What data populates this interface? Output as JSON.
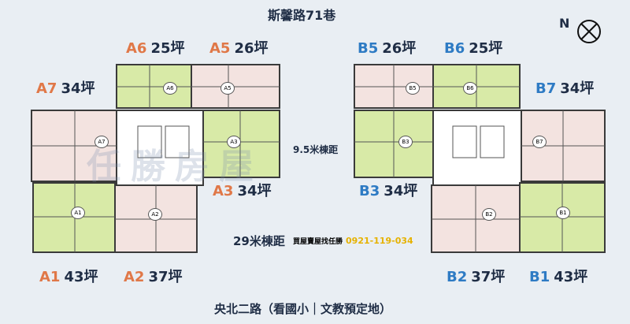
{
  "streets": {
    "top": "斯馨路71巷",
    "bottom": "央北二路（看國小｜文教預定地）"
  },
  "distances": {
    "middle": "9.5米棟距",
    "bottom": "29米棟距"
  },
  "contact": {
    "text": "買屋賣屋找任勝",
    "phone": "0921-119-034"
  },
  "compass": {
    "label": "N",
    "icon": "compass-icon"
  },
  "watermark": "任勝房屋",
  "units": [
    {
      "code": "A6",
      "size": "25坪"
    },
    {
      "code": "A5",
      "size": "26坪"
    },
    {
      "code": "A7",
      "size": "34坪"
    },
    {
      "code": "A3",
      "size": "34坪"
    },
    {
      "code": "A1",
      "size": "43坪"
    },
    {
      "code": "A2",
      "size": "37坪"
    },
    {
      "code": "B5",
      "size": "26坪"
    },
    {
      "code": "B6",
      "size": "25坪"
    },
    {
      "code": "B7",
      "size": "34坪"
    },
    {
      "code": "B3",
      "size": "34坪"
    },
    {
      "code": "B2",
      "size": "37坪"
    },
    {
      "code": "B1",
      "size": "43坪"
    }
  ],
  "plan_tags": [
    "A6",
    "A5",
    "A7",
    "A3",
    "A1",
    "A2",
    "B5",
    "B6",
    "B7",
    "B3",
    "B2",
    "B1"
  ],
  "colors": {
    "a_code": "#e07848",
    "b_code": "#2e7bc4",
    "text": "#1f2d45",
    "phone": "#e6b200",
    "unit_green": "#d8eaa7",
    "unit_pink": "#f3e3e0",
    "wall": "#3a3a3a"
  }
}
